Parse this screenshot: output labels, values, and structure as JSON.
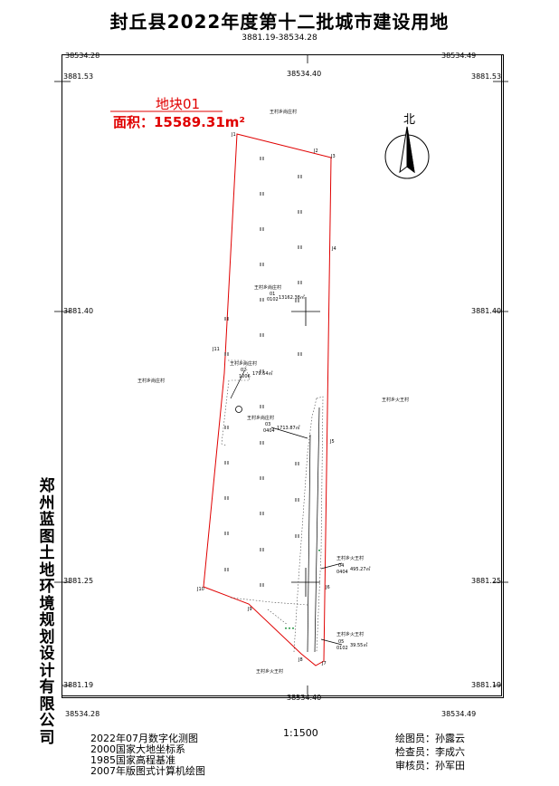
{
  "title": "封丘县2022年度第十二批城市建设用地",
  "subtitle": "3881.19-38534.28",
  "corners": {
    "top_left": "38534.28",
    "top_right": "38534.49",
    "bottom_left": "38534.28",
    "bottom_right": "38534.49"
  },
  "grid": {
    "x_top": "38534.40",
    "x_bottom": "38534.40",
    "y_top": "3881.53",
    "y_mid": "3881.40",
    "y_low": "3881.25",
    "y_bottom": "3881.19"
  },
  "parcel": {
    "name": "地块01",
    "area_label": "面积：15589.31m²"
  },
  "north_label": "北",
  "villages": {
    "nanzhuang_top": "王村乡尚庄村",
    "nanzhuang_mid": "王村乡尚庄村",
    "nanzhuang_left": "王村乡尚庄村",
    "nanzhuang_small": "王村乡尚庄村",
    "nanzhuang_center": "王村乡尚庄村",
    "wangcun_right": "王村乡火王村",
    "wangcun_low": "王村乡火王村",
    "wangcun_low2": "王村乡火王村",
    "wangcun_bottom": "王村乡火王村"
  },
  "parcels_info": {
    "p01_id": "01",
    "p01_code": "0102",
    "p01_area": "13162.38㎡",
    "p02_id": "02",
    "p02_code": "1006",
    "p02_area": "179.64㎡",
    "p03_id": "03",
    "p03_code": "0404",
    "p03_area": "1713.87㎡",
    "p04_id": "04",
    "p04_code": "0404",
    "p04_area": "495.27㎡",
    "p05_id": "05",
    "p05_code": "0102",
    "p05_area": "39.55㎡"
  },
  "points": [
    "J1",
    "J2",
    "J3",
    "J4",
    "J5",
    "J6",
    "J7",
    "J8",
    "J9",
    "J10",
    "J11"
  ],
  "vertical_company": "郑州蓝图土地环境规划设计有限公司",
  "footer": {
    "line1": "2022年07月数字化测图",
    "line2": "2000国家大地坐标系",
    "line3": "1985国家高程基准",
    "line4": "2007年版图式计算机绘图",
    "scale": "1:1500",
    "drawer": "绘图员：孙露云",
    "checker": "检查员：李成六",
    "reviewer": "审核员：孙军田"
  }
}
